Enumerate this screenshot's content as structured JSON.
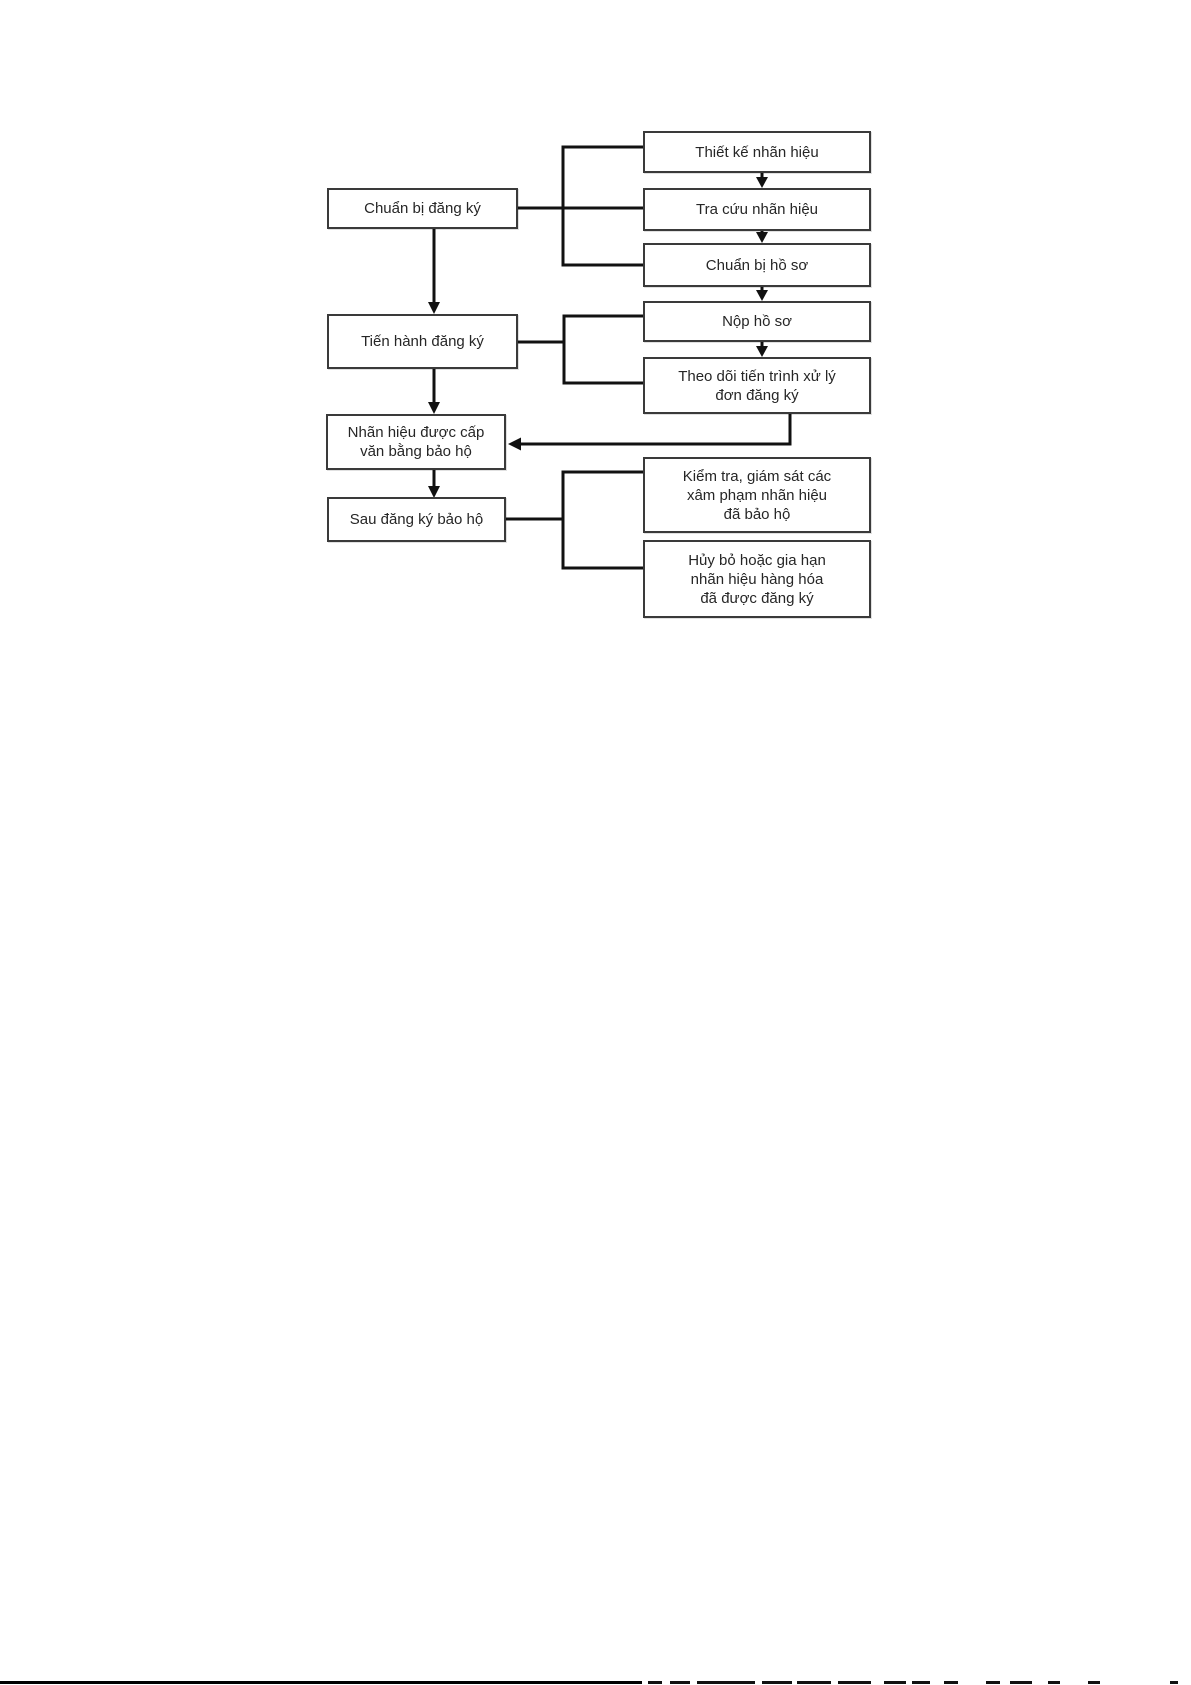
{
  "page": {
    "background": "#ffffff"
  },
  "flowchart": {
    "title": "Trademark registration process flowchart",
    "colors": {
      "connector_line": "#111111",
      "box_border": "#3a3a3a",
      "text": "#262626",
      "page_background": "#ffffff"
    },
    "left_nodes": [
      {
        "id": "chuan-bi-dang-ky",
        "label": "Chuẩn bị đăng ký"
      },
      {
        "id": "tien-hanh-dang-ky",
        "label": "Tiến hành đăng ký"
      },
      {
        "id": "nhan-hieu-duoc-cap",
        "label": "Nhãn hiệu được cấp\nvăn bằng bảo hộ"
      },
      {
        "id": "sau-dang-ky-bao-ho",
        "label": "Sau đăng ký bảo hộ"
      }
    ],
    "right_nodes": [
      {
        "id": "thiet-ke-nhan-hieu",
        "label": "Thiết kế nhãn hiệu"
      },
      {
        "id": "tra-cuu-nhan-hieu",
        "label": "Tra cứu nhãn hiệu"
      },
      {
        "id": "chuan-bi-ho-so",
        "label": "Chuẩn bị hồ sơ"
      },
      {
        "id": "nop-ho-so",
        "label": "Nộp hồ sơ"
      },
      {
        "id": "theo-doi-tien-trinh",
        "label": "Theo dõi tiến trình xử lý\nđơn đăng ký"
      },
      {
        "id": "kiem-tra-giam-sat",
        "label": "Kiểm tra, giám sát các\nxâm phạm nhãn hiệu\nđã bảo hộ"
      },
      {
        "id": "huy-bo-hoac-gia-han",
        "label": "Hủy bỏ hoặc gia hạn\nnhãn hiệu hàng hóa\nđã được đăng ký"
      }
    ]
  }
}
